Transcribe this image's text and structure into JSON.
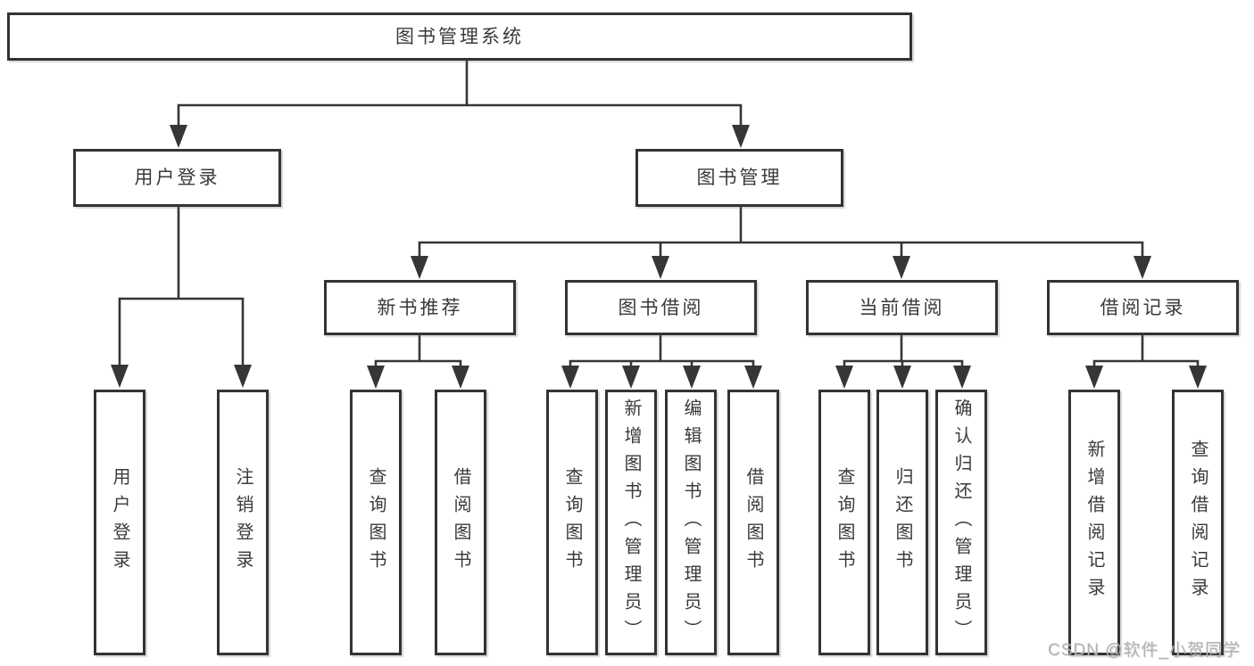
{
  "diagram": {
    "tree": {
      "label": "图书管理系统",
      "children": [
        {
          "label": "用户登录",
          "children": [
            {
              "label": "用户登录"
            },
            {
              "label": "注销登录"
            }
          ]
        },
        {
          "label": "图书管理",
          "children": [
            {
              "label": "新书推荐",
              "children": [
                {
                  "label": "查询图书"
                },
                {
                  "label": "借阅图书"
                }
              ]
            },
            {
              "label": "图书借阅",
              "children": [
                {
                  "label": "查询图书"
                },
                {
                  "label": "新增图书（管理员）"
                },
                {
                  "label": "编辑图书（管理员）"
                },
                {
                  "label": "借阅图书"
                }
              ]
            },
            {
              "label": "当前借阅",
              "children": [
                {
                  "label": "查询图书"
                },
                {
                  "label": "归还图书"
                },
                {
                  "label": "确认归还（管理员）"
                }
              ]
            },
            {
              "label": "借阅记录",
              "children": [
                {
                  "label": "新增借阅记录"
                },
                {
                  "label": "查询借阅记录"
                }
              ]
            }
          ]
        }
      ]
    },
    "colors": {
      "line": "#363636",
      "box_border": "#333333",
      "box_background": "#ffffff",
      "text": "#3a3a3a",
      "watermark": "#b3b3b3"
    }
  },
  "watermark": {
    "text": "CSDN @软件_小贺同学"
  }
}
